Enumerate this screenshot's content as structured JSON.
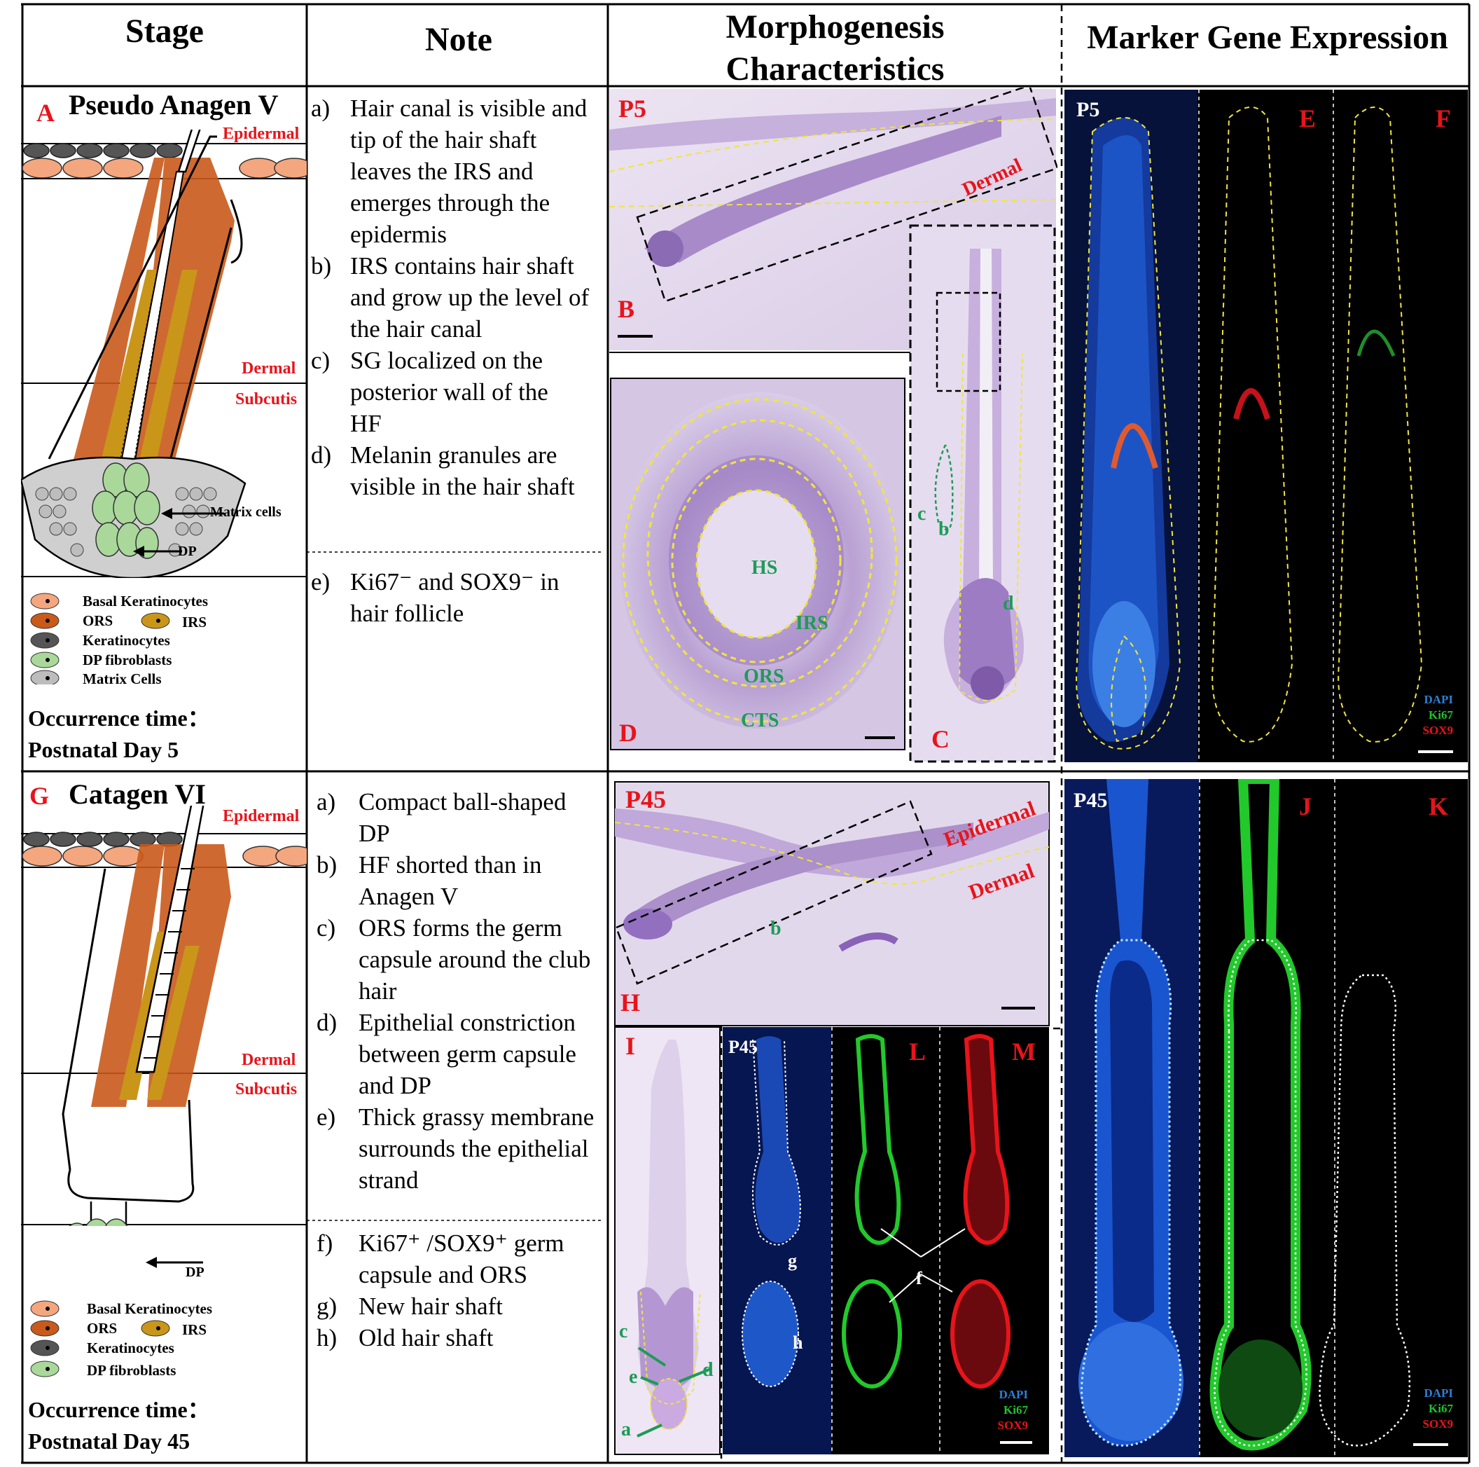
{
  "headers": {
    "stage": "Stage",
    "note": "Note",
    "morph": [
      "Morphogenesis",
      "Characteristics"
    ],
    "marker": "Marker Gene Expression"
  },
  "row1": {
    "letter": "A",
    "title": "Pseudo Anagen V",
    "layers": {
      "epidermal": "Epidermal",
      "dermal": "Dermal",
      "subcutis": "Subcutis"
    },
    "callouts": {
      "matrix": "Matrix cells",
      "dp": "DP"
    },
    "legend": [
      {
        "label": "Basal Keratinocytes",
        "color": "#f4a67e"
      },
      {
        "label": "ORS",
        "color": "#c95a1b"
      },
      {
        "label": "IRS",
        "color": "#c9961a"
      },
      {
        "label": "Keratinocytes",
        "color": "#555555"
      },
      {
        "label": "DP fibroblasts",
        "color": "#a9d89a"
      },
      {
        "label": "Matrix Cells",
        "color": "#bdbdbd"
      }
    ],
    "occurrence": [
      "Occurrence time：",
      "Postnatal Day 5"
    ],
    "notes": [
      {
        "key": "a)",
        "text": "Hair canal is visible and tip of the hair shaft leaves the IRS and emerges through the epidermis"
      },
      {
        "key": "b)",
        "text": "IRS contains hair shaft and grow up the level of the hair canal"
      },
      {
        "key": "c)",
        "text": "SG localized on the posterior wall of the HF"
      },
      {
        "key": "d)",
        "text": "Melanin granules are visible in the hair shaft"
      }
    ],
    "notes2": [
      {
        "key": "e)",
        "text": "Ki67⁻ and SOX9⁻ in hair follicle"
      }
    ],
    "morph": {
      "age": "P5",
      "b": "B",
      "c": "C",
      "d": "D",
      "dermal": "Dermal",
      "hs": "HS",
      "irs": "IRS",
      "ors": "ORS",
      "cts": "CTS",
      "lc": "c",
      "lb": "b",
      "ld": "d"
    },
    "marker": {
      "age": "P5",
      "e": "E",
      "f": "F",
      "dapi": "DAPI",
      "ki67": "Ki67",
      "sox9": "SOX9"
    }
  },
  "row2": {
    "letter": "G",
    "title": "Catagen VI",
    "layers": {
      "epidermal": "Epidermal",
      "dermal": "Dermal",
      "subcutis": "Subcutis"
    },
    "callouts": {
      "dp": "DP"
    },
    "legend": [
      {
        "label": "Basal Keratinocytes",
        "color": "#f4a67e"
      },
      {
        "label": "ORS",
        "color": "#c95a1b"
      },
      {
        "label": "IRS",
        "color": "#c9961a"
      },
      {
        "label": "Keratinocytes",
        "color": "#555555"
      },
      {
        "label": "DP fibroblasts",
        "color": "#a9d89a"
      }
    ],
    "occurrence": [
      "Occurrence time：",
      "Postnatal Day 45"
    ],
    "notes": [
      {
        "key": "a)",
        "text": "Compact ball-shaped DP"
      },
      {
        "key": "b)",
        "text": "HF shorted than in Anagen V"
      },
      {
        "key": "c)",
        "text": "ORS forms the germ capsule around the club hair"
      },
      {
        "key": "d)",
        "text": "Epithelial constriction between germ capsule and DP"
      },
      {
        "key": "e)",
        "text": "Thick grassy membrane surrounds the epithelial strand"
      }
    ],
    "notes2": [
      {
        "key": "f)",
        "text": "Ki67⁺ /SOX9⁺ germ capsule and ORS"
      },
      {
        "key": "g)",
        "text": "New hair shaft"
      },
      {
        "key": "h)",
        "text": "Old hair shaft"
      }
    ],
    "morph": {
      "age": "P45",
      "h": "H",
      "i": "I",
      "l": "L",
      "m": "M",
      "epidermal": "Epidermal",
      "dermal": "Dermal",
      "lb": "b",
      "la": "a",
      "lc": "c",
      "ld": "d",
      "le": "e",
      "lf": "f",
      "lg": "g",
      "lh": "h",
      "age2": "P45",
      "dapi": "DAPI",
      "ki67": "Ki67",
      "sox9": "SOX9"
    },
    "marker": {
      "age": "P45",
      "j": "J",
      "k": "K",
      "dapi": "DAPI",
      "ki67": "Ki67",
      "sox9": "SOX9"
    }
  },
  "colors": {
    "red": "#e8141b",
    "green": "#1e9b57",
    "dapi": "#2d7fd6",
    "ki67": "#21c22a",
    "sox9": "#e8141b",
    "he": "#b39ad0"
  }
}
